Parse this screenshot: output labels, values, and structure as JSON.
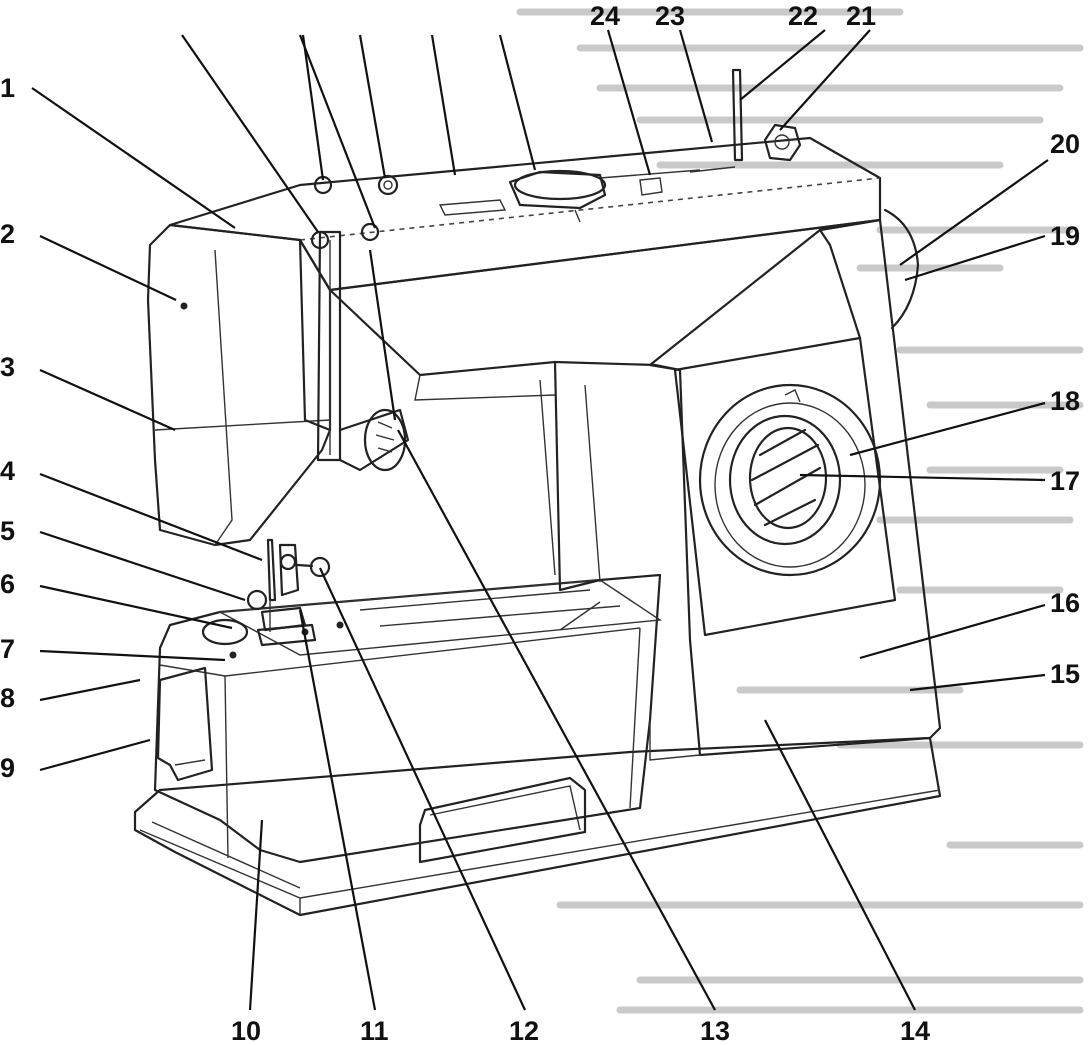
{
  "labels": [
    "1",
    "2",
    "3",
    "4",
    "5",
    "6",
    "7",
    "8",
    "9",
    "10",
    "11",
    "12",
    "13",
    "14",
    "15",
    "16",
    "17",
    "18",
    "19",
    "20",
    "21",
    "22",
    "23",
    "24"
  ],
  "colors": {
    "ink": "#111111",
    "background": "#ffffff",
    "bleed_text": "#c9c9c9"
  }
}
